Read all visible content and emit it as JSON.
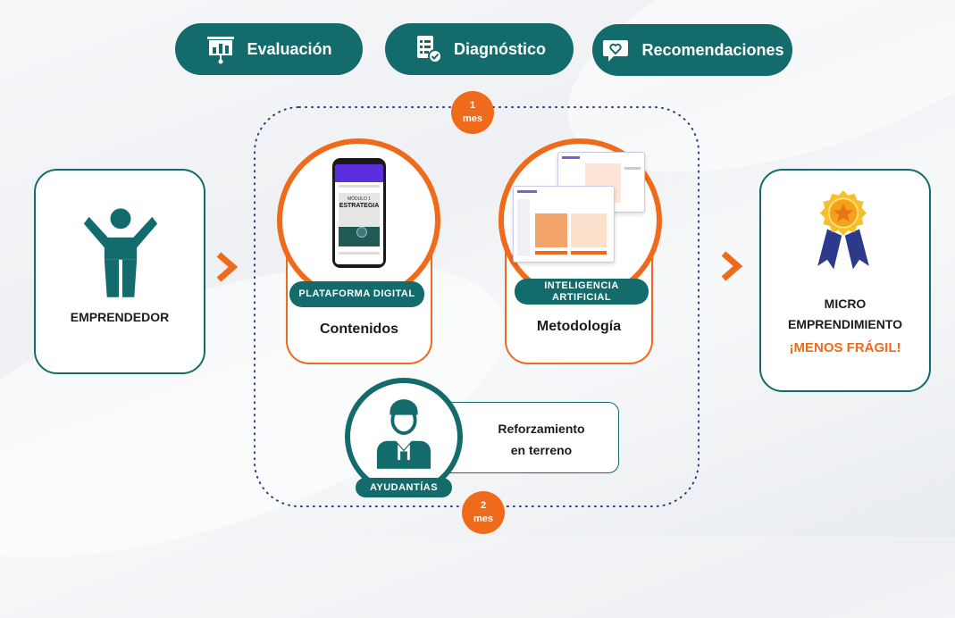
{
  "top_pills": [
    {
      "label": "Evaluación",
      "icon": "presentation-chart-icon"
    },
    {
      "label": "Diagnóstico",
      "icon": "checklist-document-icon"
    },
    {
      "label": "Recomendaciones",
      "icon": "heart-chat-icon"
    }
  ],
  "start": {
    "label": "EMPRENDEDOR",
    "icon": "person-arms-up-icon"
  },
  "duration_top": {
    "number": "1",
    "unit": "mes"
  },
  "duration_bottom": {
    "number": "2",
    "unit": "mes"
  },
  "platform": {
    "tag": "PLATAFORMA DIGITAL",
    "title": "Contenidos",
    "phone_screen_title": "ESTRATEGIA",
    "phone_screen_kicker": "MÓDULO 1"
  },
  "ai": {
    "tag": "INTELIGENCIA ARTIFICIAL",
    "title": "Metodología"
  },
  "support": {
    "tag": "AYUDANTÍAS",
    "text_line1": "Reforzamiento",
    "text_line2": "en terreno",
    "icon": "advisor-person-icon"
  },
  "end": {
    "line1": "MICRO",
    "line2": "EMPRENDIMIENTO",
    "highlight": "¡MENOS FRÁGIL!",
    "icon": "award-medal-icon"
  },
  "colors": {
    "teal": "#136b6b",
    "orange": "#ef6a1a",
    "navy": "#2d3a8c"
  }
}
